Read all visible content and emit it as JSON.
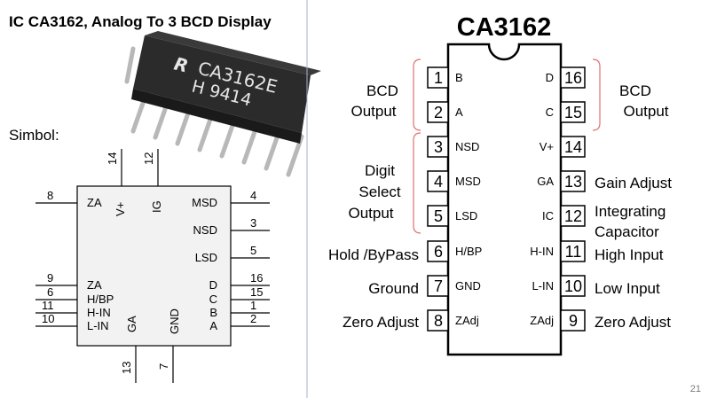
{
  "slide": {
    "left_title": "IC CA3162, Analog To 3 BCD Display",
    "symbol_label": "Simbol:",
    "page_number": "21"
  },
  "chip_photo": {
    "logo": "R",
    "marking_line1": "CA3162E",
    "marking_line2": "H 9414"
  },
  "symbol": {
    "top_pins": [
      {
        "num": "14",
        "name": "V+"
      },
      {
        "num": "12",
        "name": "IG"
      }
    ],
    "left_top": {
      "num": "8",
      "name": "ZA"
    },
    "right_pins": [
      {
        "num": "4",
        "name": "MSD"
      },
      {
        "num": "3",
        "name": "NSD"
      },
      {
        "num": "5",
        "name": "LSD"
      },
      {
        "num": "16",
        "name": "D"
      },
      {
        "num": "15",
        "name": "C"
      },
      {
        "num": "1",
        "name": "B"
      },
      {
        "num": "2",
        "name": "A"
      }
    ],
    "left_pins": [
      {
        "num": "9",
        "name": "ZA"
      },
      {
        "num": "6",
        "name": "H/BP"
      },
      {
        "num": "11",
        "name": "H-IN"
      },
      {
        "num": "10",
        "name": "L-IN"
      }
    ],
    "bottom_pins": [
      {
        "num": "13",
        "name": "GA"
      },
      {
        "num": "7",
        "name": "GND"
      }
    ]
  },
  "pinout": {
    "title": "CA3162",
    "left_pins": [
      {
        "num": "1",
        "name": "B"
      },
      {
        "num": "2",
        "name": "A"
      },
      {
        "num": "3",
        "name": "NSD"
      },
      {
        "num": "4",
        "name": "MSD"
      },
      {
        "num": "5",
        "name": "LSD"
      },
      {
        "num": "6",
        "name": "H/BP"
      },
      {
        "num": "7",
        "name": "GND"
      },
      {
        "num": "8",
        "name": "ZAdj"
      }
    ],
    "right_pins": [
      {
        "num": "16",
        "name": "D"
      },
      {
        "num": "15",
        "name": "C"
      },
      {
        "num": "14",
        "name": "V+"
      },
      {
        "num": "13",
        "name": "GA"
      },
      {
        "num": "12",
        "name": "IC"
      },
      {
        "num": "11",
        "name": "H-IN"
      },
      {
        "num": "10",
        "name": "L-IN"
      },
      {
        "num": "9",
        "name": "ZAdj"
      }
    ],
    "left_group_labels": [
      {
        "lines": [
          "BCD",
          "Output"
        ]
      },
      {
        "lines": [
          "Digit",
          "Select",
          "Output"
        ]
      }
    ],
    "right_group_label": {
      "lines": [
        "BCD",
        "Output"
      ]
    },
    "left_descriptions": [
      "Hold /ByPass",
      "Ground",
      "Zero Adjust"
    ],
    "right_descriptions": [
      "Gain Adjust",
      "Integrating",
      "Capacitor",
      "High Input",
      "Low Input",
      "Zero Adjust"
    ]
  },
  "colors": {
    "bracket": "#e07070",
    "divider": "#9fb6cf",
    "ink": "#000000",
    "chip_body": "#2b2b2b",
    "chip_legs": "#b8b8b8",
    "symbol_fill": "#f2f2f2"
  }
}
